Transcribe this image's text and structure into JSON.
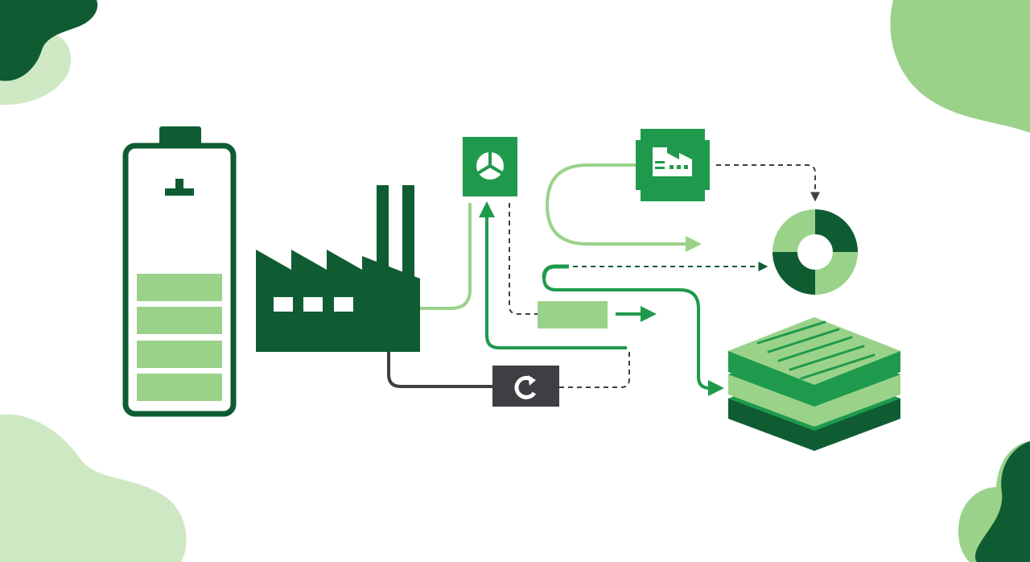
{
  "diagram": {
    "nodes": [
      {
        "id": "battery",
        "icon": "battery-icon",
        "charge_fraction": 0.4,
        "filled_segments": 4
      },
      {
        "id": "factory",
        "icon": "factory-icon"
      },
      {
        "id": "analysis",
        "icon": "pie-chart-icon"
      },
      {
        "id": "industry",
        "icon": "factory-icon"
      },
      {
        "id": "distribution",
        "icon": "donut-chart-icon"
      },
      {
        "id": "storage",
        "icon": "stacked-layers-icon"
      },
      {
        "id": "recycle",
        "icon": "refresh-icon"
      },
      {
        "id": "process",
        "icon": "rectangle-block"
      }
    ],
    "edges": [
      {
        "from": "factory",
        "to": "analysis",
        "style": "solid"
      },
      {
        "from": "analysis",
        "to": "process",
        "style": "dashed"
      },
      {
        "from": "factory",
        "to": "recycle",
        "style": "solid"
      },
      {
        "from": "recycle",
        "to": "junction",
        "style": "dashed"
      },
      {
        "from": "junction",
        "to": "analysis",
        "style": "solid"
      },
      {
        "from": "industry",
        "to": "distribution",
        "style": "dashed"
      },
      {
        "from": "process",
        "to": "output",
        "style": "solid"
      },
      {
        "from": "loop",
        "to": "distribution",
        "style": "dashed"
      },
      {
        "from": "loop",
        "to": "storage",
        "style": "solid"
      }
    ]
  },
  "colors": {
    "dark_green": "#0f5c33",
    "mid_green": "#1f9a4d",
    "light_green": "#9bd28a",
    "pale_green": "#cfe8c4",
    "dark_gray": "#3d3f42",
    "background": "#ffffff"
  }
}
